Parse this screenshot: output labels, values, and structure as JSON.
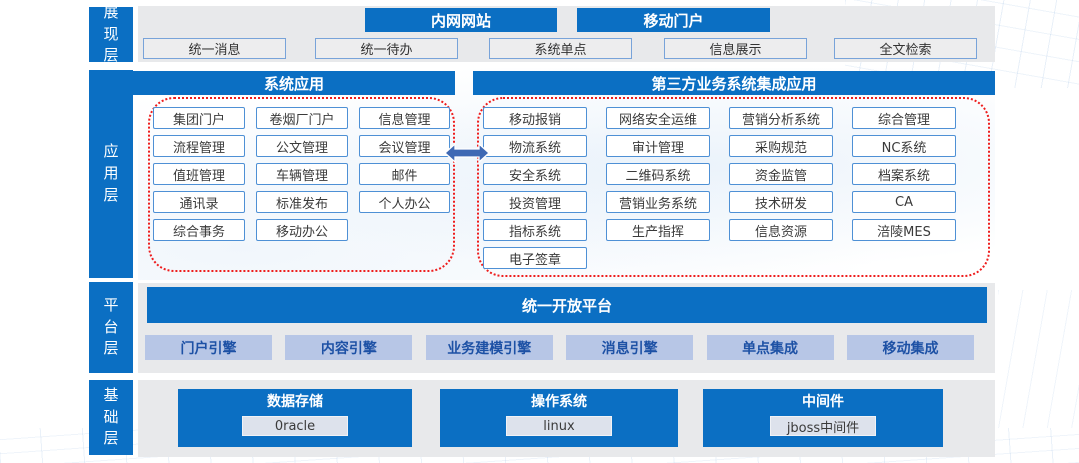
{
  "colors": {
    "primary_blue": "#0b6fc3",
    "group_border_red": "#ee1d1d",
    "panel_gray": "#e8e9eb",
    "engine_bg": "#b7c6e6",
    "engine_text": "#1d51a5",
    "box_border_blue": "#4e90d5",
    "arrow_blue": "#3f69b4"
  },
  "layers": [
    {
      "label": "展现层"
    },
    {
      "label": "应用层"
    },
    {
      "label": "平台层"
    },
    {
      "label": "基础层"
    }
  ],
  "presentation": {
    "portals": [
      "内网网站",
      "移动门户"
    ],
    "services": [
      "统一消息",
      "统一待办",
      "系统单点",
      "信息展示",
      "全文检索"
    ]
  },
  "application": {
    "system_header": "系统应用",
    "third_party_header": "第三方业务系统集成应用",
    "system_apps": [
      "集团门户",
      "卷烟厂门户",
      "信息管理",
      "流程管理",
      "公文管理",
      "会议管理",
      "值班管理",
      "车辆管理",
      "邮件",
      "通讯录",
      "标准发布",
      "个人办公",
      "综合事务",
      "移动办公"
    ],
    "third_party_apps": [
      "移动报销",
      "网络安全运维",
      "营销分析系统",
      "综合管理",
      "物流系统",
      "审计管理",
      "采购规范",
      "NC系统",
      "安全系统",
      "二维码系统",
      "资金监管",
      "档案系统",
      "投资管理",
      "营销业务系统",
      "技术研发",
      "CA",
      "指标系统",
      "生产指挥",
      "信息资源",
      "涪陵MES",
      "电子签章"
    ]
  },
  "platform": {
    "title": "统一开放平台",
    "engines": [
      "门户引擎",
      "内容引擎",
      "业务建模引擎",
      "消息引擎",
      "单点集成",
      "移动集成"
    ]
  },
  "foundation": {
    "groups": [
      {
        "title": "数据存储",
        "item": "0racle"
      },
      {
        "title": "操作系统",
        "item": "linux"
      },
      {
        "title": "中间件",
        "item": "jboss中间件"
      }
    ]
  }
}
